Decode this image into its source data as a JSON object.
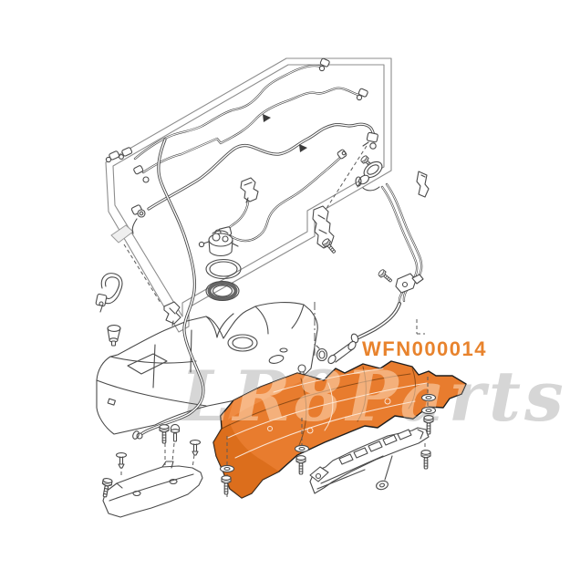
{
  "diagram": {
    "part_number_label": "WFN000014",
    "watermark_text": "LR8Parts",
    "colors": {
      "highlight": "#E87C2E",
      "label": "#E8832D",
      "line": "#4a4a4a",
      "watermark": "#D6D6D6",
      "background": "#ffffff"
    },
    "parts": [
      "fuel-lines-panel",
      "fuel-supply-lines",
      "fuel-feed-pipe",
      "breather-pipe",
      "pipe-clip",
      "pipe-bracket",
      "fuel-pump-module",
      "seal-ring",
      "locking-ring",
      "fuel-filler-assembly",
      "filler-tube-and-clamp",
      "fuel-tank",
      "tank-guard-highlighted",
      "heat-shield",
      "mounting-bracket-plate",
      "bolts-washers-fixings"
    ]
  }
}
